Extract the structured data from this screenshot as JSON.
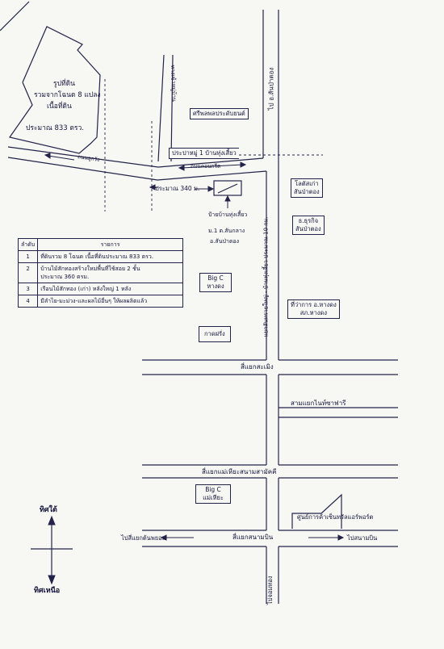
{
  "plot_text": {
    "title_line1": "รูปที่ดิน",
    "title_line2": "รวมจากโฉนด 8 แปลง",
    "title_line3": "เนื้อที่ดิน",
    "title_line4": "ประมาณ  833 ตรว."
  },
  "roads": {
    "left_road": "ถนนลูกรัง",
    "concrete_road": "ถนนคอนกรีต",
    "village_road": "ทางเข้าหมู่บ้าน",
    "to_san_pa_tong": "ไป อ.สันป่าตอง",
    "ban_thung_sieo_road": "แยกสันทรายใหญ่ - บ้านทุ่งเสี้ยว ประมาณ 10 กม.",
    "to_chom_thong": "ไปจอมทอง"
  },
  "places": {
    "sri_pholphon": "ศรีพลพลประดับยนต์",
    "gate": "ประปาหมู่ 1 บ้านทุ่งเสี้ยว",
    "distance": "ประมาณ 340 ม.",
    "sign_l1": "ป้ายบ้านทุ่งเสี้ยว",
    "sign_l2": "ม.1 ต.สันกลาง",
    "sign_l3": "อ.สันป่าตอง",
    "big_c_hangdong_l1": "Big C",
    "big_c_hangdong_l2": "หางดง",
    "lotus_l1": "โลตัสเก่า",
    "lotus_l2": "สันป่าตอง",
    "thai_bank_l1": "ธ.ธุรกิจ",
    "thai_bank_l2": "สันป่าตอง",
    "district_l1": "ที่ว่าการ อ.หางดง",
    "district_l2": "สภ.หางดง",
    "kad_farang": "กาดฝรั่ง",
    "intersection_samoeng": "สี่แยกสะเมิง",
    "night_safari": "สามแยกไนท์ซาฟารี",
    "intersection_mae_hia": "สี่แยกแม่เหียะสนามสามัคคี",
    "big_c_mae_hia_l1": "Big C",
    "big_c_mae_hia_l2": "แม่เหียะ",
    "central_airport": "ศูนย์การค้าเซ็นทรัลแอร์พอร์ต",
    "airport_intersection": "สี่แยกสนามบิน",
    "to_ton_pa_khoi": "ไปสี่แยกต้นพยอม",
    "to_airport": "ไปสนามบิน"
  },
  "compass": {
    "south": "ทิศใต้",
    "north": "ทิศเหนือ"
  },
  "legend": {
    "col_no": "ลำดับ",
    "col_item": "รายการ",
    "rows": [
      {
        "no": "1",
        "item_l1": "ที่ดินรวม 8 โฉนด เนื้อที่ดินประมาณ 833 ตรว.",
        "item_l2": ""
      },
      {
        "no": "2",
        "item_l1": "บ้านไม้สักทองสร้างใหม่พื้นที่ใช้สอย 2 ชั้น",
        "item_l2": "ประมาณ 360 ตรม."
      },
      {
        "no": "3",
        "item_l1": "เรือนไม้สักทอง (เก่า) หลังใหญ่ 1 หลัง",
        "item_l2": ""
      },
      {
        "no": "4",
        "item_l1": "มีลำไย-มะม่วง-และผลไม้อื่นๆ ให้ผลผลิตแล้ว",
        "item_l2": ""
      }
    ]
  }
}
